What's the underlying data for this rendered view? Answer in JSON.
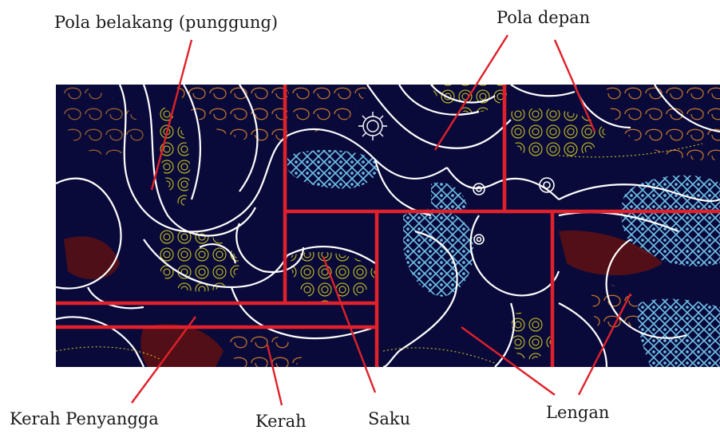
{
  "labels": {
    "back_pattern": "Pola belakang (punggung)",
    "front_pattern": "Pola depan",
    "collar_stand": "Kerah Penyangga",
    "collar": "Kerah",
    "pocket": "Saku",
    "sleeve": "Lengan"
  },
  "colors": {
    "background": "#0a0a3a",
    "cut_line": "#e0202a",
    "motif_white": "#ffffff",
    "motif_yellow": "#d8d020",
    "motif_orange": "#c8782a",
    "motif_blue": "#6ec0e8",
    "motif_maroon": "#7a1418"
  }
}
